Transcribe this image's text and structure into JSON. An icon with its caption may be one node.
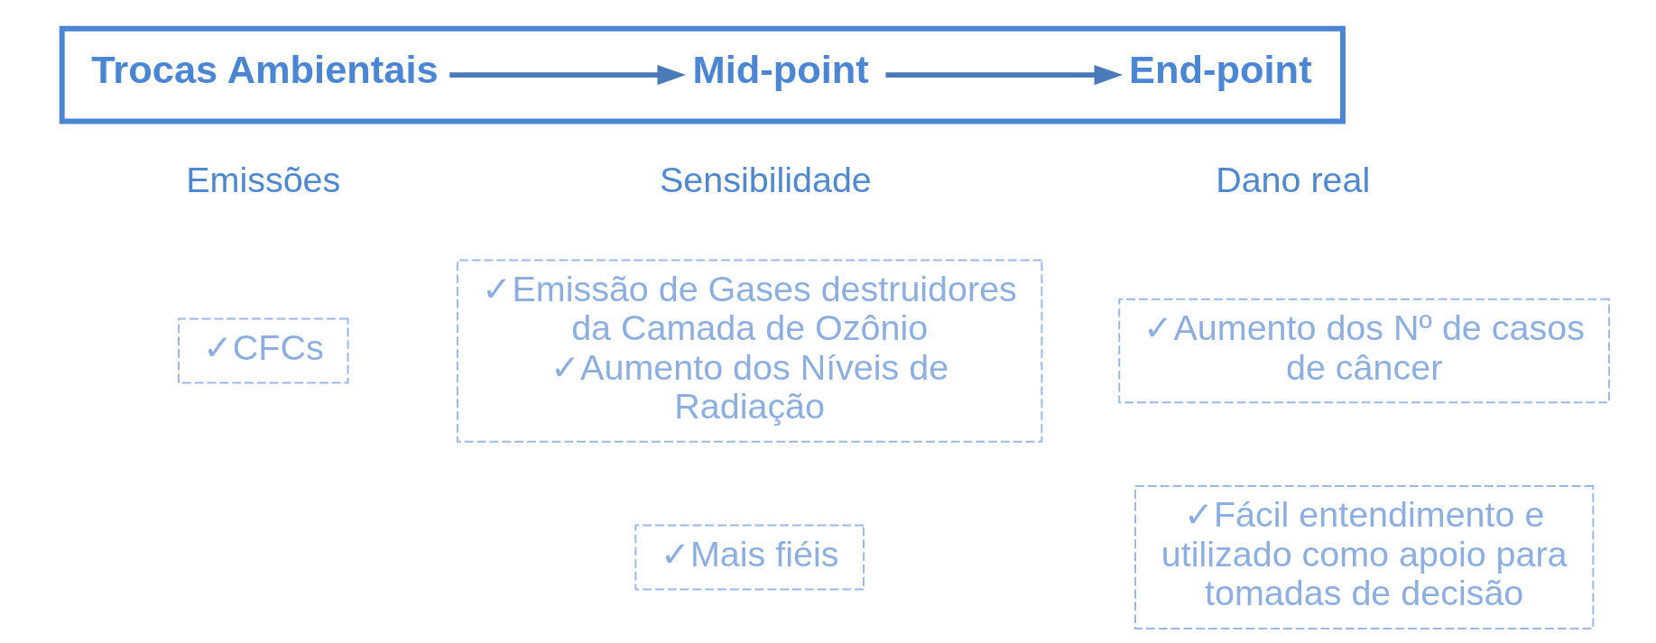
{
  "diagram": {
    "nodes": [
      {
        "text": [],
        "shape": "box"
      },
      {
        "text": [
          "Trocas Ambientais"
        ],
        "in": 0
      },
      {
        "text": [
          "Mid-point"
        ],
        "in": 0
      },
      {
        "text": [
          "End-point"
        ],
        "in": 0
      },
      {
        "text": [
          "✓CFCs"
        ]
      },
      {
        "text": [
          "✓Emissão de Gases destruidores da Camada de Ozônio",
          "✓Aumento dos Níveis de Radiação"
        ]
      },
      {
        "text": [
          "✓Mais fiéis"
        ]
      },
      {
        "text": [
          "✓Aumento dos Nº de casos de câncer"
        ]
      },
      {
        "text": [
          "✓Fácil entendimento e utilizado como apoio para tomadas de decisão"
        ]
      }
    ],
    "edges": [
      {
        "from": 1,
        "to": 2,
        "arrow": "to"
      },
      {
        "from": 2,
        "to": 3,
        "arrow": "to"
      }
    ],
    "labels": [
      "Emissões",
      "Sensibilidade",
      "Dano real"
    ]
  }
}
